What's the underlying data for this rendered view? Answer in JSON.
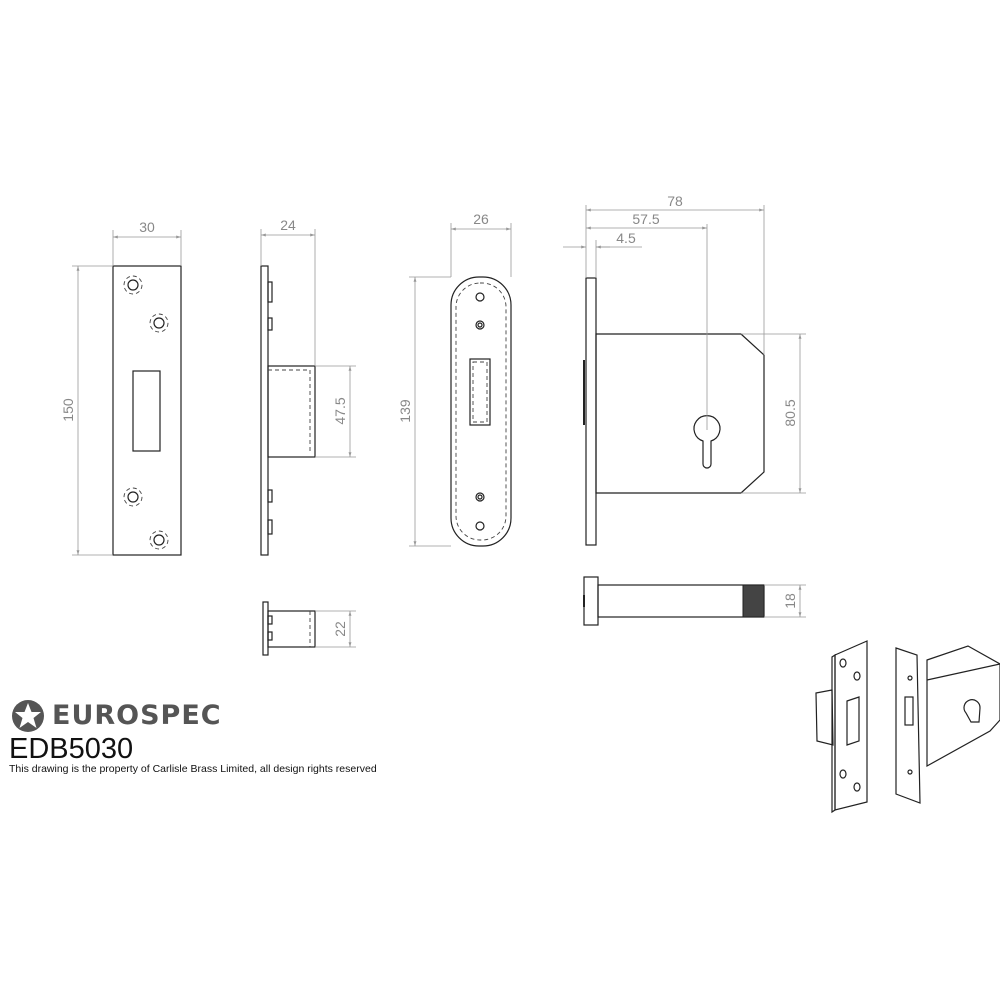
{
  "brand": {
    "name": "EUROSPEC",
    "logo_icon": "star-in-circle-icon"
  },
  "product_code": "EDB5030",
  "ownership_note": "This drawing is the property of Carlisle Brass Limited, all design rights reserved",
  "dimensions": {
    "strike_width": "30",
    "strike_height": "150",
    "box_depth": "24",
    "box_height": "47.5",
    "box_small_height": "22",
    "forend_width": "26",
    "forend_height": "139",
    "case_depth": "78",
    "backset": "57.5",
    "forend_thickness": "4.5",
    "case_height": "80.5",
    "bolt_height": "18"
  }
}
